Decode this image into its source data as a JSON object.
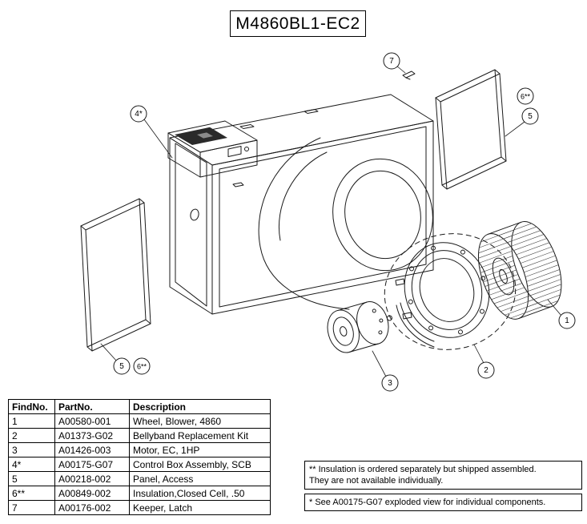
{
  "title": "M4860BL1-EC2",
  "diagram": {
    "callouts": {
      "c1": "1",
      "c2": "2",
      "c3": "3",
      "c4": "4*",
      "c5": "5",
      "c6": "6**",
      "c7": "7"
    }
  },
  "table": {
    "headers": [
      "FindNo.",
      "PartNo.",
      "Description"
    ],
    "rows": [
      [
        "1",
        "A00580-001",
        "Wheel, Blower, 4860"
      ],
      [
        "2",
        "A01373-G02",
        "Bellyband Replacement Kit"
      ],
      [
        "3",
        "A01426-003",
        "Motor, EC, 1HP"
      ],
      [
        "4*",
        "A00175-G07",
        "Control Box Assembly, SCB"
      ],
      [
        "5",
        "A00218-002",
        "Panel, Access"
      ],
      [
        "6**",
        "A00849-002",
        "Insulation,Closed Cell, .50"
      ],
      [
        "7",
        "A00176-002",
        "Keeper, Latch"
      ]
    ]
  },
  "notes": {
    "insulation_line1": "** Insulation is ordered separately but shipped assembled.",
    "insulation_line2": "They are not available individually.",
    "control_box_note": "* See A00175-G07 exploded view for individual components."
  }
}
